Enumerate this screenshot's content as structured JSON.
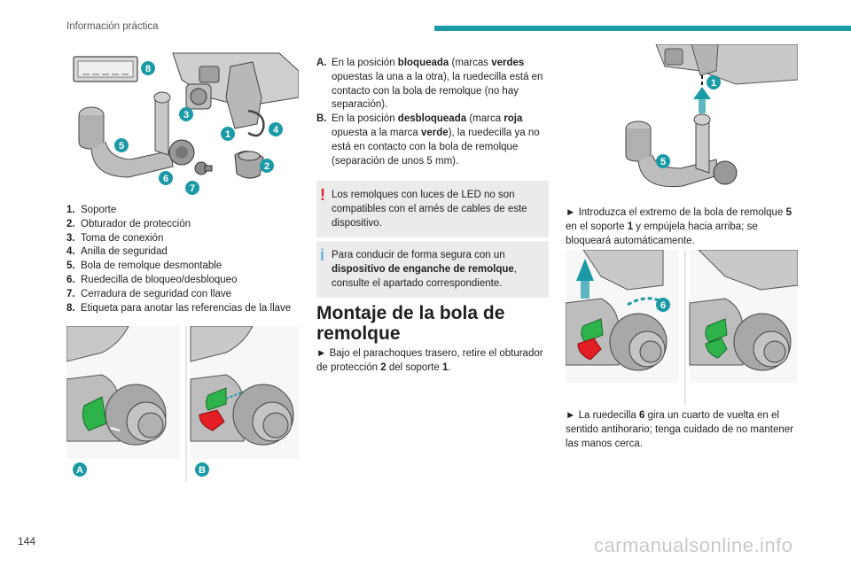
{
  "header": {
    "section_title": "Información práctica",
    "accent_color": "#1b9aa6"
  },
  "footer": {
    "page_number": "144",
    "watermark": "carmanualsonline.info"
  },
  "figure_main": {
    "callouts": [
      "8",
      "3",
      "1",
      "4",
      "5",
      "2",
      "6",
      "7"
    ],
    "label_color": "#1b9aa6"
  },
  "legend": [
    {
      "num": "1.",
      "text": "Soporte"
    },
    {
      "num": "2.",
      "text": "Obturador de protección"
    },
    {
      "num": "3.",
      "text": "Toma de conexión"
    },
    {
      "num": "4.",
      "text": "Anilla de seguridad"
    },
    {
      "num": "5.",
      "text": "Bola de remolque desmontable"
    },
    {
      "num": "6.",
      "text": "Ruedecilla de bloqueo/desbloqueo"
    },
    {
      "num": "7.",
      "text": "Cerradura de seguridad con llave"
    },
    {
      "num": "8.",
      "text": "Etiqueta para anotar las referencias de la llave"
    }
  ],
  "figure_ab": {
    "label_a": "A",
    "label_b": "B"
  },
  "positions": {
    "a_key": "A.",
    "a_pre": "En la posición ",
    "a_bold1": "bloqueada",
    "a_mid": " (marcas ",
    "a_bold2": "verdes",
    "a_post": " opuestas la una a la otra), la ruedecilla está en contacto con la bola de remolque (no hay separación).",
    "b_key": "B.",
    "b_pre": "En la posición ",
    "b_bold1": "desbloqueada",
    "b_mid": " (marca ",
    "b_bold2": "roja",
    "b_mid2": " opuesta a la marca ",
    "b_bold3": "verde",
    "b_post": "), la ruedecilla ya no está en contacto con la bola de remolque (separación de unos 5 mm)."
  },
  "warning_note": {
    "icon": "!",
    "text": "Los remolques con luces de LED no son compatibles con el arnés de cables de este dispositivo."
  },
  "info_note": {
    "icon": "i",
    "pre": "Para conducir de forma segura con un ",
    "bold": "dispositivo de enganche de remolque",
    "post": ", consulte el apartado correspondiente."
  },
  "mount": {
    "heading": "Montaje de la bola de remolque",
    "step1_pre": "► Bajo el parachoques trasero, retire el obturador de protección ",
    "step1_b1": "2",
    "step1_mid": " del soporte ",
    "step1_b2": "1",
    "step1_post": "."
  },
  "figure_insert": {
    "callouts": [
      "1",
      "5"
    ]
  },
  "step2": {
    "pre": "► Introduzca el extremo de la bola de remolque ",
    "b1": "5",
    "mid": " en el soporte ",
    "b2": "1",
    "post": " y empújela hacia arriba; se bloqueará automáticamente."
  },
  "figure_turn": {
    "callout": "6"
  },
  "step3": {
    "pre": "► La ruedecilla ",
    "b1": "6",
    "post": " gira un cuarto de vuelta en el sentido antihorario; tenga cuidado de no mantener las manos cerca."
  },
  "colors": {
    "locked": "#2db34a",
    "unlocked": "#e31e24",
    "metal": "#9a9a9a",
    "metal_dark": "#555555"
  }
}
